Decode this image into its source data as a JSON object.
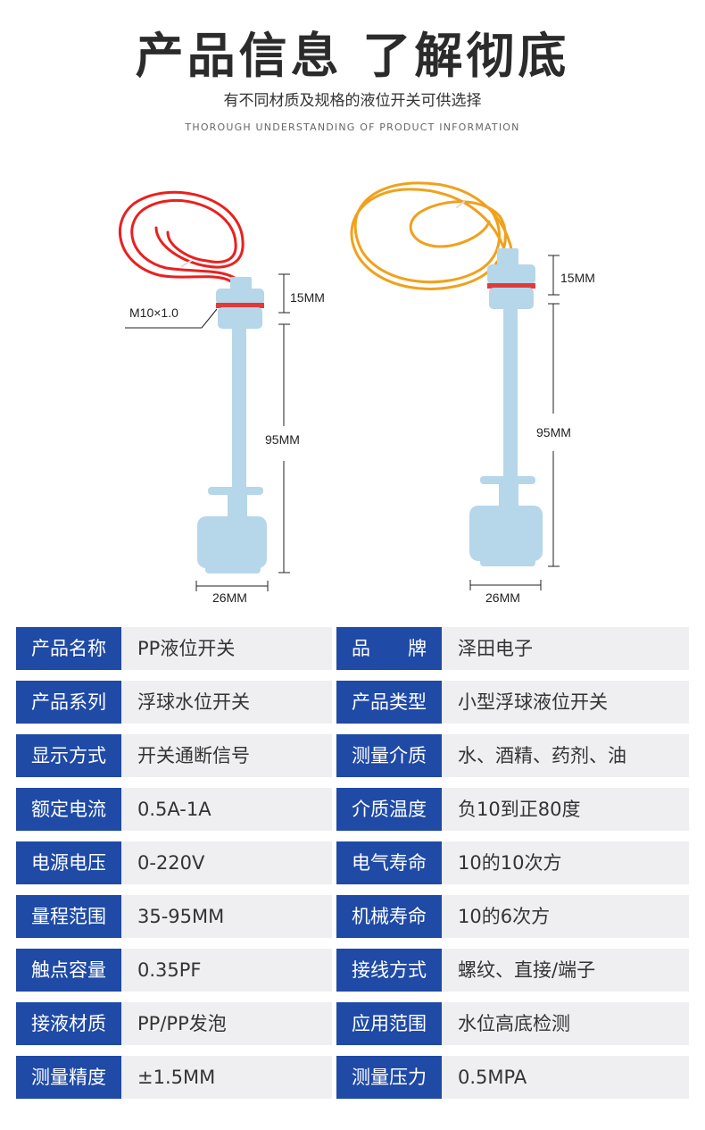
{
  "header": {
    "title": "产品信息 了解彻底",
    "subtitle": "有不同材质及规格的液位开关可供选择",
    "en_title": "THOROUGH UNDERSTANDING OF PRODUCT INFORMATION"
  },
  "products": {
    "left": {
      "thread_label": "M10×1.0",
      "cap_dim": "15MM",
      "stem_dim": "95MM",
      "width_dim": "26MM",
      "wire_color": "#e8211f"
    },
    "right": {
      "cap_dim": "15MM",
      "stem_dim": "95MM",
      "width_dim": "26MM",
      "wire_color": "#f0a11c"
    },
    "body_color": "#b6d6ea"
  },
  "specs": [
    {
      "label1": "产品名称",
      "value1": "PP液位开关",
      "label2": "品　　牌",
      "value2": "泽田电子"
    },
    {
      "label1": "产品系列",
      "value1": "浮球水位开关",
      "label2": "产品类型",
      "value2": "小型浮球液位开关"
    },
    {
      "label1": "显示方式",
      "value1": "开关通断信号",
      "label2": "测量介质",
      "value2": "水、酒精、药剂、油"
    },
    {
      "label1": "额定电流",
      "value1": "0.5A-1A",
      "label2": "介质温度",
      "value2": "负10到正80度"
    },
    {
      "label1": "电源电压",
      "value1": "0-220V",
      "label2": "电气寿命",
      "value2": "10的10次方"
    },
    {
      "label1": "量程范围",
      "value1": "35-95MM",
      "label2": "机械寿命",
      "value2": "10的6次方"
    },
    {
      "label1": "触点容量",
      "value1": "0.35PF",
      "label2": "接线方式",
      "value2": "螺纹、直接/端子"
    },
    {
      "label1": "接液材质",
      "value1": "PP/PP发泡",
      "label2": "应用范围",
      "value2": "水位高底检测"
    },
    {
      "label1": "测量精度",
      "value1": "±1.5MM",
      "label2": "测量压力",
      "value2": "0.5MPA"
    }
  ]
}
